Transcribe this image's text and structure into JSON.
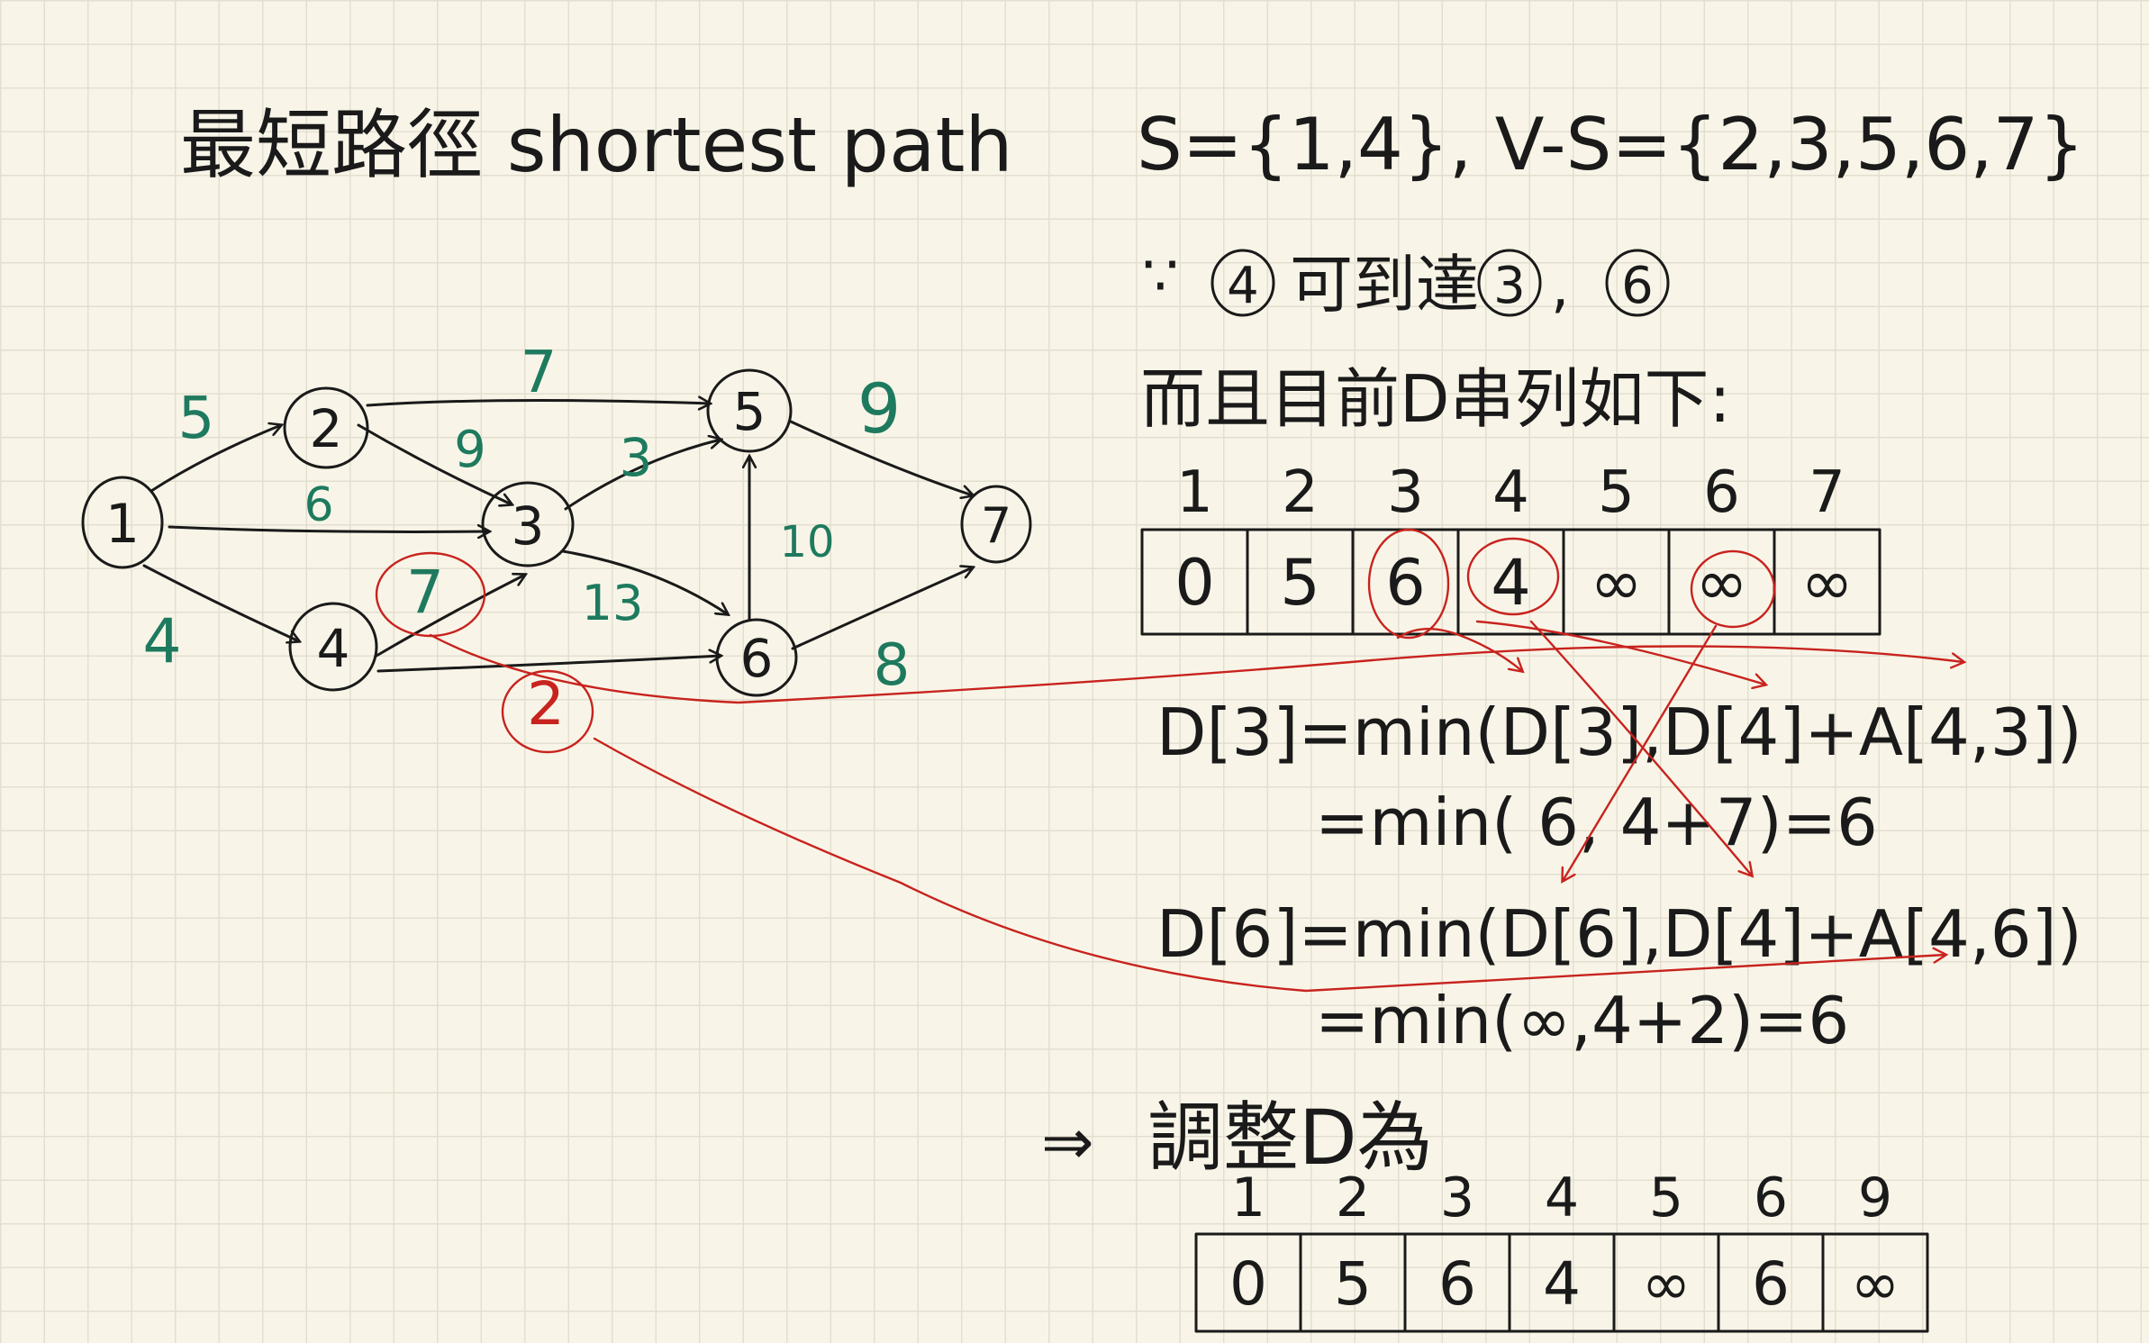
{
  "title": "最短路徑 shortest path",
  "graph": {
    "nodes": [
      "1",
      "2",
      "3",
      "4",
      "5",
      "6",
      "7"
    ],
    "edges": [
      {
        "from": "1",
        "to": "2",
        "weight": "5"
      },
      {
        "from": "1",
        "to": "3",
        "weight": "6"
      },
      {
        "from": "1",
        "to": "4",
        "weight": "4"
      },
      {
        "from": "2",
        "to": "5",
        "weight": "7"
      },
      {
        "from": "2",
        "to": "3",
        "weight": "9"
      },
      {
        "from": "3",
        "to": "5",
        "weight": "3"
      },
      {
        "from": "3",
        "to": "6",
        "weight": "13"
      },
      {
        "from": "6",
        "to": "5",
        "weight": "10"
      },
      {
        "from": "5",
        "to": "7",
        "weight": "9"
      },
      {
        "from": "6",
        "to": "7",
        "weight": "8"
      },
      {
        "from": "4",
        "to": "3",
        "weight": "7"
      },
      {
        "from": "4",
        "to": "6",
        "weight": "2"
      }
    ]
  },
  "notes": {
    "sets": "S={1,4}, V-S={2,3,5,6,7}",
    "because_prefix": "∵",
    "because_node": "4",
    "because_mid": "可到達",
    "reach_a": "3",
    "reach_sep": ",",
    "reach_b": "6",
    "current": "而且目前D串列如下:",
    "d3_line1": "D[3]=min(D[3],D[4]+A[4,3])",
    "d3_line2": "=min( 6, 4+7)=6",
    "d6_line1": "D[6]=min(D[6],D[4]+A[4,6])",
    "d6_line2": "=min(∞,4+2)=6",
    "implies": "⇒",
    "adjust": "調整D為"
  },
  "table_before": {
    "headers": [
      "1",
      "2",
      "3",
      "4",
      "5",
      "6",
      "7"
    ],
    "values": [
      "0",
      "5",
      "6",
      "4",
      "∞",
      "∞",
      "∞"
    ]
  },
  "table_after": {
    "headers": [
      "1",
      "2",
      "3",
      "4",
      "5",
      "6",
      "9"
    ],
    "values": [
      "0",
      "5",
      "6",
      "4",
      "∞",
      "6",
      "∞"
    ]
  },
  "colors": {
    "ink": "#1a1a1a",
    "weight_green": "#1e7a5e",
    "annotation_red": "#c8231e",
    "paper": "#f8f5e8",
    "grid": "#e3dfd0"
  }
}
